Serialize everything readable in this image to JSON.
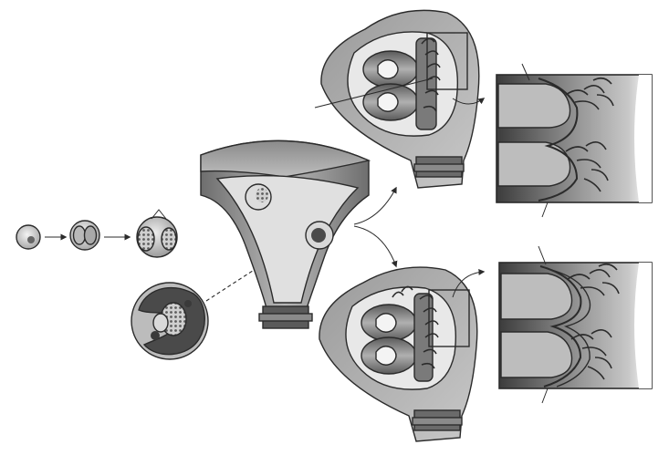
{
  "figure": {
    "colors": {
      "background": "#ffffff",
      "uterus_dark": "#6e6e6e",
      "uterus_mid": "#9a9a9a",
      "uterus_light": "#cfcfcf",
      "cavity": "#e4e4e4",
      "sac": "#f2f2f2",
      "ink": "#2b2b2b",
      "frame": "#555555"
    },
    "stages": [
      {
        "name": "zygote"
      },
      {
        "name": "two-cell-embryo"
      },
      {
        "name": "blastocyst"
      },
      {
        "name": "implanting-blastocyst-enlarged"
      },
      {
        "name": "uterus-with-two-blastocysts"
      },
      {
        "name": "twins-shared-placenta"
      },
      {
        "name": "twins-fused-placentas"
      },
      {
        "name": "inset-shared-placenta-membranes"
      },
      {
        "name": "inset-fused-placenta-membranes"
      }
    ],
    "icons": [
      "arrow-right-icon",
      "curved-arrow-icon"
    ]
  }
}
